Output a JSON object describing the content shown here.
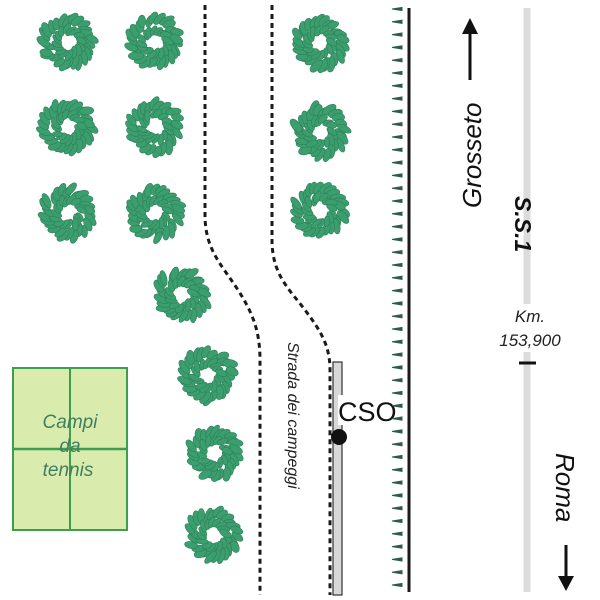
{
  "map": {
    "title": "Site map near S.S.1",
    "colors": {
      "tree_fill": "#3a9e6e",
      "tree_stroke": "#2f7f58",
      "tennis_fill": "#d9ecae",
      "tennis_stroke": "#3e9e50",
      "tennis_text": "#3f7f5f",
      "road_gray": "#dcdcdc",
      "line_dark": "#1a1a1a",
      "tick_color": "#2f5a50",
      "station_bar": "#d8d8d8"
    },
    "labels": {
      "north_direction": "Grosseto",
      "south_direction": "Roma",
      "highway": "S.S.1",
      "km_label": "Km.",
      "km_value": "153,900",
      "camp_road": "Strada dei campeggi",
      "station": "CSO",
      "tennis_line1": "Campi",
      "tennis_line2": "da",
      "tennis_line3": "tennis"
    },
    "trees": [
      {
        "col": "left-1",
        "row": 1
      },
      {
        "col": "left-2",
        "row": 1
      },
      {
        "col": "right",
        "row": 1
      },
      {
        "col": "left-1",
        "row": 2
      },
      {
        "col": "left-2",
        "row": 2
      },
      {
        "col": "right",
        "row": 2
      },
      {
        "col": "left-1",
        "row": 3
      },
      {
        "col": "left-2",
        "row": 3
      },
      {
        "col": "right",
        "row": 3
      },
      {
        "col": "diagonal",
        "row": 4
      },
      {
        "col": "diagonal",
        "row": 5
      },
      {
        "col": "diagonal",
        "row": 6
      },
      {
        "col": "diagonal",
        "row": 7
      }
    ]
  }
}
